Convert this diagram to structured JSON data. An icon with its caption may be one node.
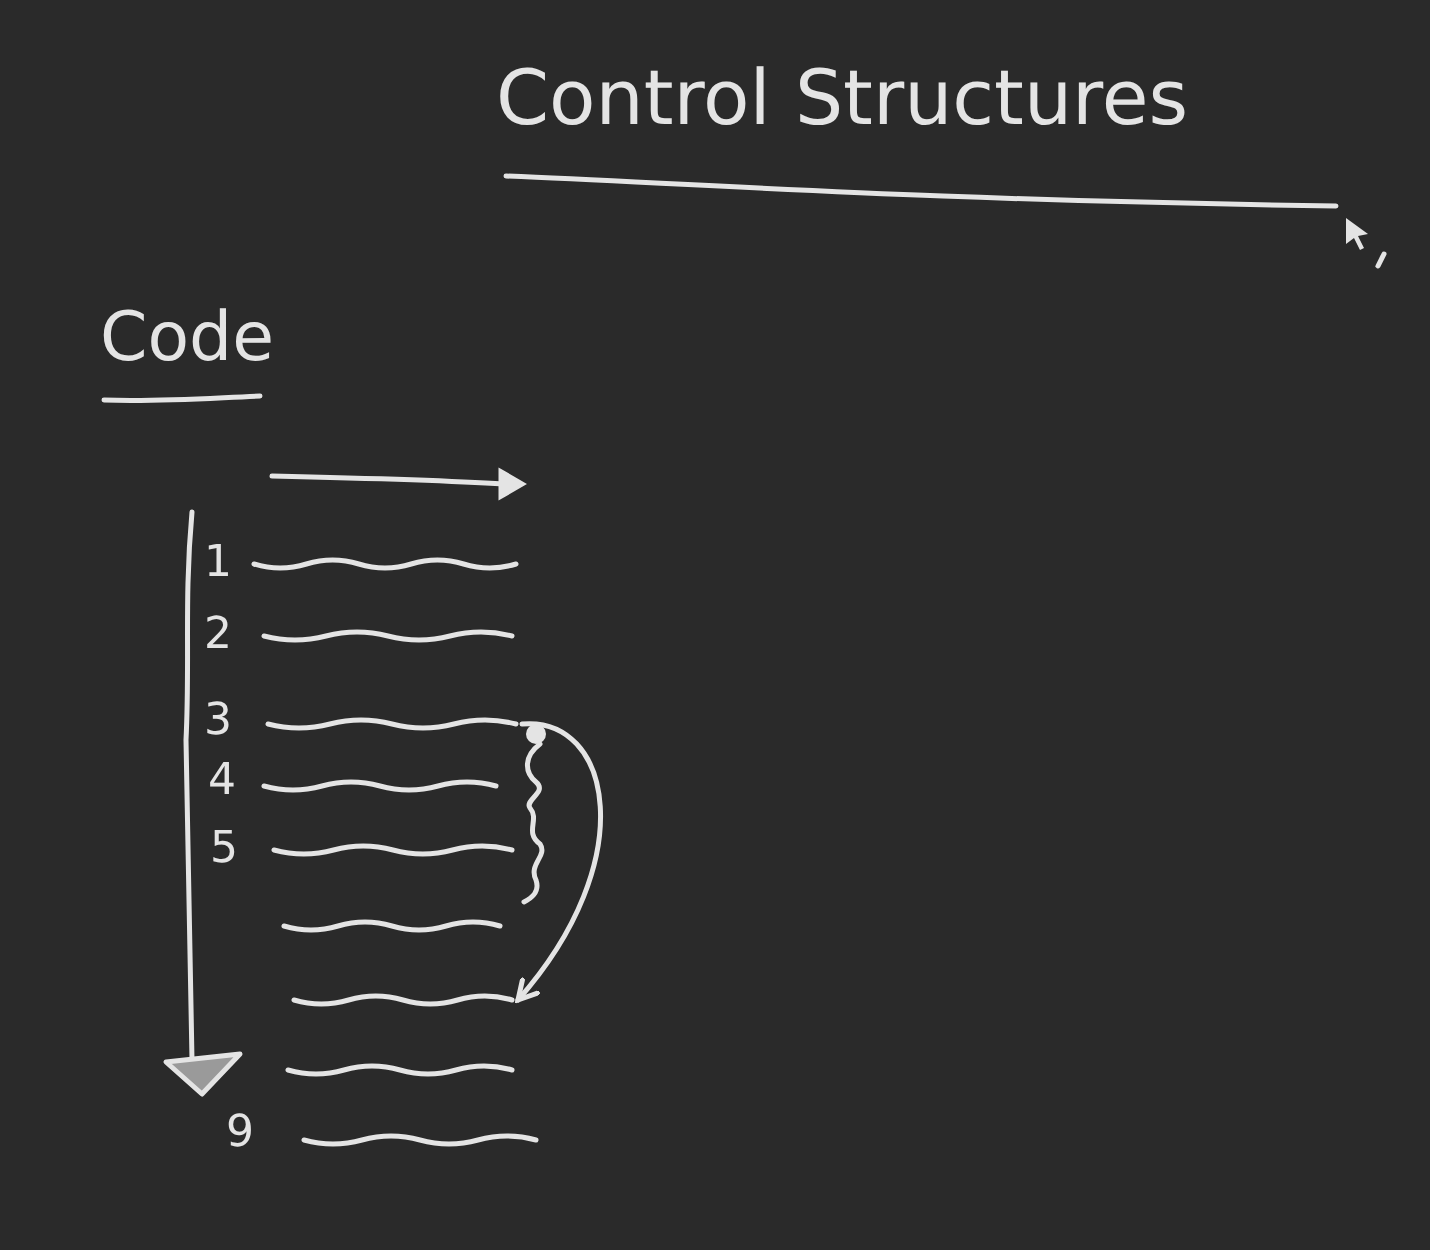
{
  "diagram": {
    "title": "Control Structures",
    "nodes": [
      {
        "text": [],
        "shape": "line",
        "beside": [
          "1"
        ]
      },
      {
        "text": [],
        "shape": "line",
        "beside": [
          "2"
        ]
      },
      {
        "text": [],
        "shape": "line",
        "beside": [
          "3"
        ]
      },
      {
        "text": [],
        "shape": "line",
        "beside": [
          "4"
        ]
      },
      {
        "text": [],
        "shape": "line",
        "beside": [
          "5"
        ]
      },
      {
        "text": [],
        "shape": "line"
      },
      {
        "text": [],
        "shape": "line"
      },
      {
        "text": [],
        "shape": "line"
      },
      {
        "text": [],
        "shape": "line",
        "beside": [
          "9"
        ]
      }
    ],
    "edges": [
      {
        "from": 2,
        "to": 6,
        "arrow": "to"
      }
    ],
    "labels": [
      "Code"
    ]
  }
}
